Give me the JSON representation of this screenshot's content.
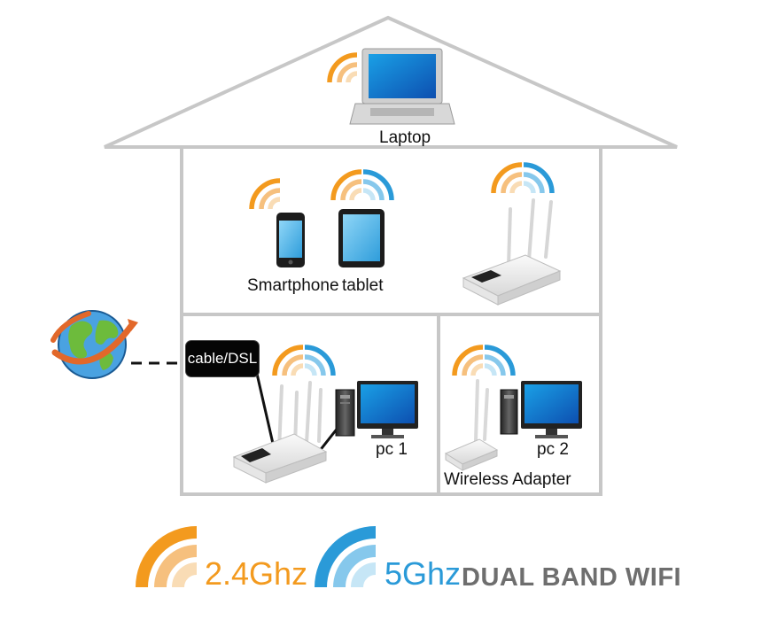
{
  "labels": {
    "laptop": "Laptop",
    "smartphone": "Smartphone",
    "tablet": "tablet",
    "cable": "cable/DSL",
    "pc1": "pc 1",
    "pc2": "pc 2",
    "adapter": "Wireless Adapter"
  },
  "legend": {
    "band_24": "2.4Ghz",
    "band_5": "5Ghz",
    "tagline": "DUAL BAND WIFI"
  },
  "colors": {
    "band_24": "#f39a1e",
    "band_5": "#2a9ad8",
    "house_outline": "#c7c7c7",
    "tagline": "#6e6e6e"
  },
  "icons": [
    "globe-icon",
    "laptop-icon",
    "smartphone-icon",
    "tablet-icon",
    "router-icon",
    "pc-icon",
    "monitor-icon",
    "wireless-adapter-icon",
    "wifi-24ghz-icon",
    "wifi-5ghz-icon"
  ]
}
